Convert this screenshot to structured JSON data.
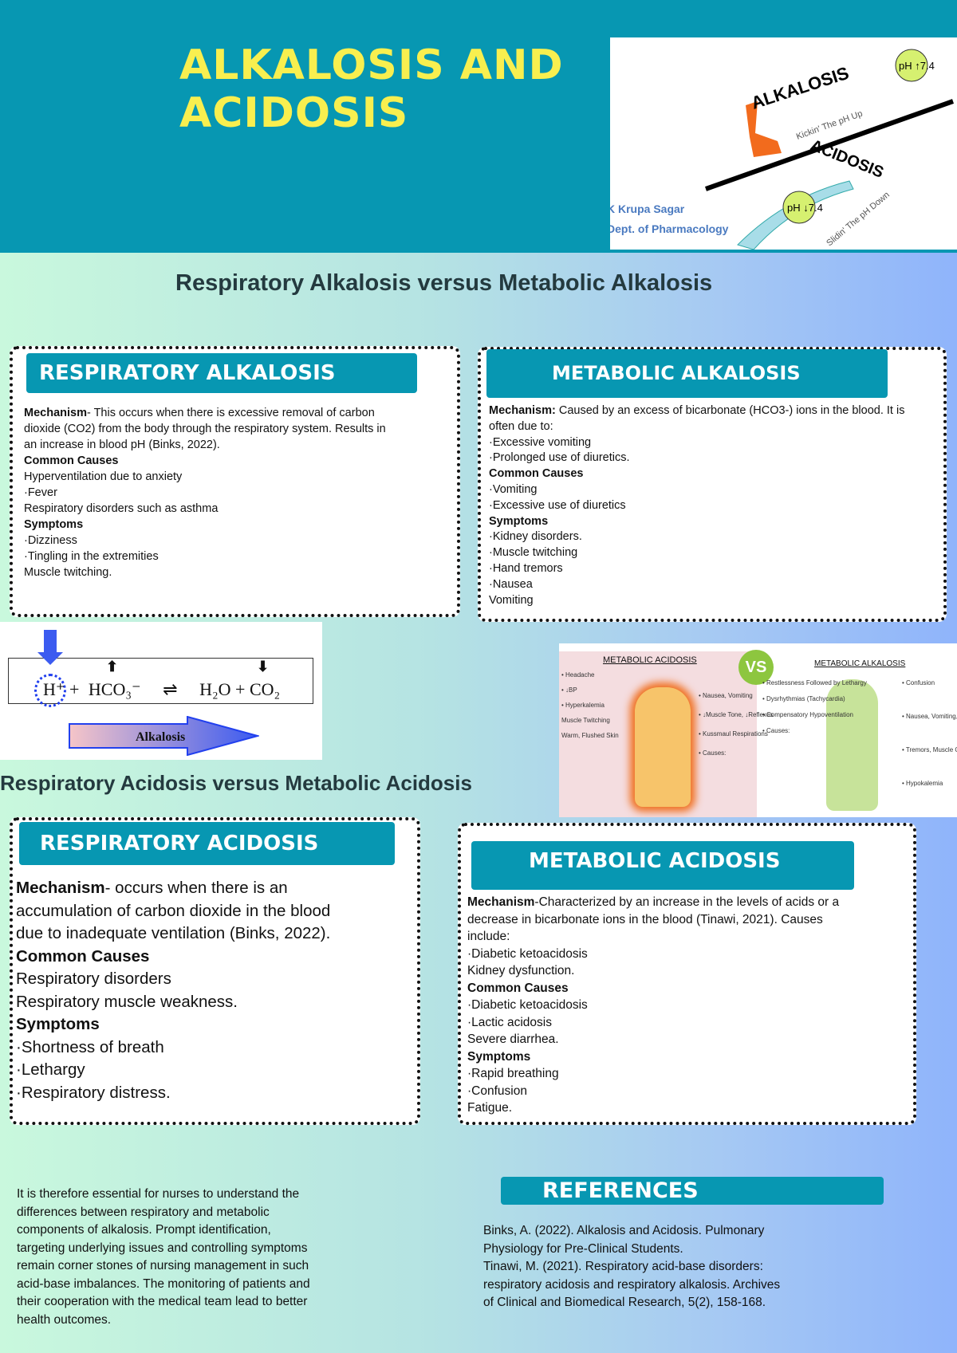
{
  "header": {
    "title_line1": "ALKALOSIS AND",
    "title_line2": "ACIDOSIS",
    "hero_image": {
      "word_top": "ALKALOSIS",
      "word_bottom": "ACIDOSIS",
      "kick_caption": "Kickin' The pH Up",
      "slide_caption": "Slidin' The pH Down",
      "ph_up": "pH ↑7.4",
      "ph_down": "pH ↓7.4",
      "author": "K Krupa Sagar",
      "dept": "Dept. of Pharmacology"
    }
  },
  "section1": {
    "heading": "Respiratory Alkalosis versus Metabolic Alkalosis"
  },
  "resp_alk": {
    "title": "RESPIRATORY ALKALOSIS",
    "mechanism_label": "Mechanism",
    "lines": [
      {
        "t": "- This occurs when there is excessive removal of carbon",
        "lead": "Mechanism"
      },
      {
        "t": "dioxide (CO2) from the body through the respiratory system. Results in"
      },
      {
        "t": "an increase in blood pH (Binks, 2022)."
      },
      {
        "t": "Common Causes",
        "b": true
      },
      {
        "t": "Hyperventilation due to anxiety"
      },
      {
        "t": "·Fever"
      },
      {
        "t": "Respiratory disorders such as asthma"
      },
      {
        "t": "Symptoms",
        "b": true
      },
      {
        "t": "·Dizziness"
      },
      {
        "t": "·Tingling in the extremities"
      },
      {
        "t": "Muscle twitching."
      }
    ]
  },
  "met_alk": {
    "title": "METABOLIC ALKALOSIS",
    "lines": [
      {
        "t": " Caused by an excess of bicarbonate (HCO3-) ions in the blood. It is",
        "lead": "Mechanism:"
      },
      {
        "t": "often due to:"
      },
      {
        "t": "·Excessive vomiting"
      },
      {
        "t": "·Prolonged use of diuretics."
      },
      {
        "t": "Common Causes",
        "b": true
      },
      {
        "t": "·Vomiting"
      },
      {
        "t": "·Excessive use of diuretics"
      },
      {
        "t": "Symptoms",
        "b": true
      },
      {
        "t": "·Kidney disorders."
      },
      {
        "t": "·Muscle twitching"
      },
      {
        "t": "·Hand tremors"
      },
      {
        "t": "·Nausea"
      },
      {
        "t": "Vomiting"
      }
    ]
  },
  "equation": {
    "h": "H⁺",
    "plus1": "+",
    "hco3": "HCO₃⁻",
    "eq": "⇌",
    "rhs": "H₂O + CO₂",
    "arrow_label": "Alkalosis"
  },
  "comparison_image": {
    "left_title": "METABOLIC ACIDOSIS",
    "vs": "VS",
    "right_title": "METABOLIC ALKALOSIS",
    "left_items": [
      "• Headache",
      "• ↓BP",
      "• Hyperkalemia",
      "Muscle Twitching",
      "Warm, Flushed Skin",
      "• Nausea, Vomiting",
      "• ↓Muscle Tone, ↓Reflexes",
      "• Kussmaul Respirations",
      "• Causes:"
    ],
    "right_items": [
      "• Restlessness Followed by Lethargy",
      "• Dysrhythmias (Tachycardia)",
      "• Compensatory Hypoventilation",
      "• Causes:",
      "• Confusion",
      "• Nausea, Vomiting, Diarrhea",
      "• Tremors, Muscle Cramps",
      "• Hypokalemia"
    ]
  },
  "section2": {
    "heading": "Respiratory Acidosis versus Metabolic Acidosis"
  },
  "resp_acid": {
    "title": "RESPIRATORY ACIDOSIS",
    "lines": [
      {
        "t": "- occurs when there is an",
        "lead": "Mechanism"
      },
      {
        "t": "accumulation of carbon dioxide in the blood"
      },
      {
        "t": "due to inadequate ventilation (Binks, 2022)."
      },
      {
        "t": "Common Causes",
        "b": true
      },
      {
        "t": "Respiratory disorders"
      },
      {
        "t": "Respiratory muscle weakness."
      },
      {
        "t": "Symptoms",
        "b": true
      },
      {
        "t": "·Shortness of breath"
      },
      {
        "t": "·Lethargy"
      },
      {
        "t": "·Respiratory distress."
      }
    ]
  },
  "met_acid": {
    "title": "METABOLIC ACIDOSIS",
    "lines": [
      {
        "t": "-Characterized by an increase in the levels of acids or a",
        "lead": "Mechanism"
      },
      {
        "t": "decrease in bicarbonate ions in the blood (Tinawi, 2021). Causes"
      },
      {
        "t": "include:"
      },
      {
        "t": "·Diabetic ketoacidosis"
      },
      {
        "t": "Kidney dysfunction."
      },
      {
        "t": "Common Causes",
        "b": true
      },
      {
        "t": "·Diabetic ketoacidosis"
      },
      {
        "t": "·Lactic acidosis"
      },
      {
        "t": "Severe diarrhea."
      },
      {
        "t": "Symptoms",
        "b": true
      },
      {
        "t": "·Rapid breathing"
      },
      {
        "t": "·Confusion"
      },
      {
        "t": "Fatigue."
      }
    ]
  },
  "conclusion": {
    "lines": [
      "It is therefore essential for nurses to understand the",
      "differences between respiratory and metabolic",
      "components of alkalosis. Prompt identification,",
      "targeting underlying issues and controlling symptoms",
      "remain corner stones of nursing management in such",
      "acid-base imbalances. The monitoring of patients and",
      "their cooperation with the medical team lead to better",
      "health outcomes."
    ]
  },
  "references": {
    "title": "REFERENCES",
    "lines": [
      "Binks, A. (2022). Alkalosis and Acidosis. Pulmonary",
      "Physiology for Pre-Clinical Students.",
      "Tinawi, M. (2021). Respiratory acid-base disorders:",
      "respiratory acidosis and respiratory alkalosis. Archives",
      "of Clinical and Biomedical Research, 5(2), 158-168."
    ]
  },
  "colors": {
    "teal": "#0797b2",
    "title_yellow": "#f8ef4f",
    "heading": "#243a3f"
  }
}
